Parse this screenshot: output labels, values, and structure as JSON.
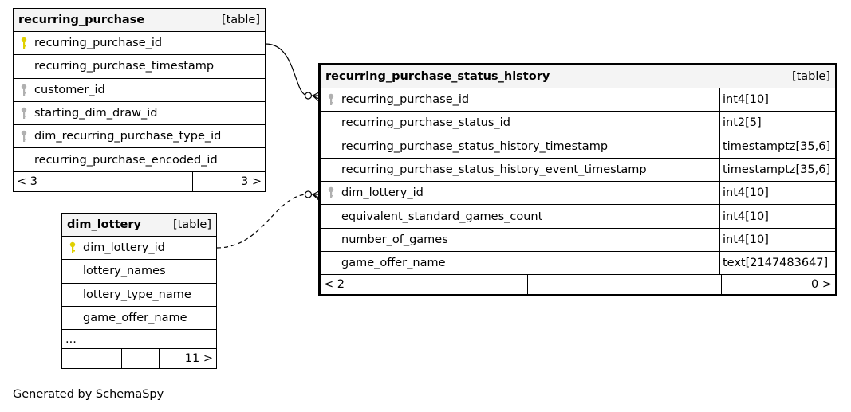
{
  "tables": {
    "recurring_purchase": {
      "name": "recurring_purchase",
      "kind": "[table]",
      "columns": [
        {
          "name": "recurring_purchase_id",
          "key": "primary"
        },
        {
          "name": "recurring_purchase_timestamp",
          "key": "none"
        },
        {
          "name": "customer_id",
          "key": "foreign"
        },
        {
          "name": "starting_dim_draw_id",
          "key": "foreign"
        },
        {
          "name": "dim_recurring_purchase_type_id",
          "key": "foreign"
        },
        {
          "name": "recurring_purchase_encoded_id",
          "key": "none"
        }
      ],
      "footer_left": "< 3",
      "footer_right": "3 >"
    },
    "dim_lottery": {
      "name": "dim_lottery",
      "kind": "[table]",
      "columns": [
        {
          "name": "dim_lottery_id",
          "key": "primary"
        },
        {
          "name": "lottery_names",
          "key": "none"
        },
        {
          "name": "lottery_type_name",
          "key": "none"
        },
        {
          "name": "game_offer_name",
          "key": "none"
        }
      ],
      "more": "...",
      "footer_right": "11 >"
    },
    "recurring_purchase_status_history": {
      "name": "recurring_purchase_status_history",
      "kind": "[table]",
      "columns": [
        {
          "name": "recurring_purchase_id",
          "type": "int4[10]",
          "key": "foreign"
        },
        {
          "name": "recurring_purchase_status_id",
          "type": "int2[5]",
          "key": "none"
        },
        {
          "name": "recurring_purchase_status_history_timestamp",
          "type": "timestamptz[35,6]",
          "key": "none"
        },
        {
          "name": "recurring_purchase_status_history_event_timestamp",
          "type": "timestamptz[35,6]",
          "key": "none"
        },
        {
          "name": "dim_lottery_id",
          "type": "int4[10]",
          "key": "foreign"
        },
        {
          "name": "equivalent_standard_games_count",
          "type": "int4[10]",
          "key": "none"
        },
        {
          "name": "number_of_games",
          "type": "int4[10]",
          "key": "none"
        },
        {
          "name": "game_offer_name",
          "type": "text[2147483647]",
          "key": "none"
        }
      ],
      "footer_left": "< 2",
      "footer_right": "0 >"
    }
  },
  "colors": {
    "primary_key": "#e0d000",
    "foreign_key": "#b0b0b0",
    "header_bg": "#f4f4f4"
  },
  "generated_by": "Generated by SchemaSpy"
}
